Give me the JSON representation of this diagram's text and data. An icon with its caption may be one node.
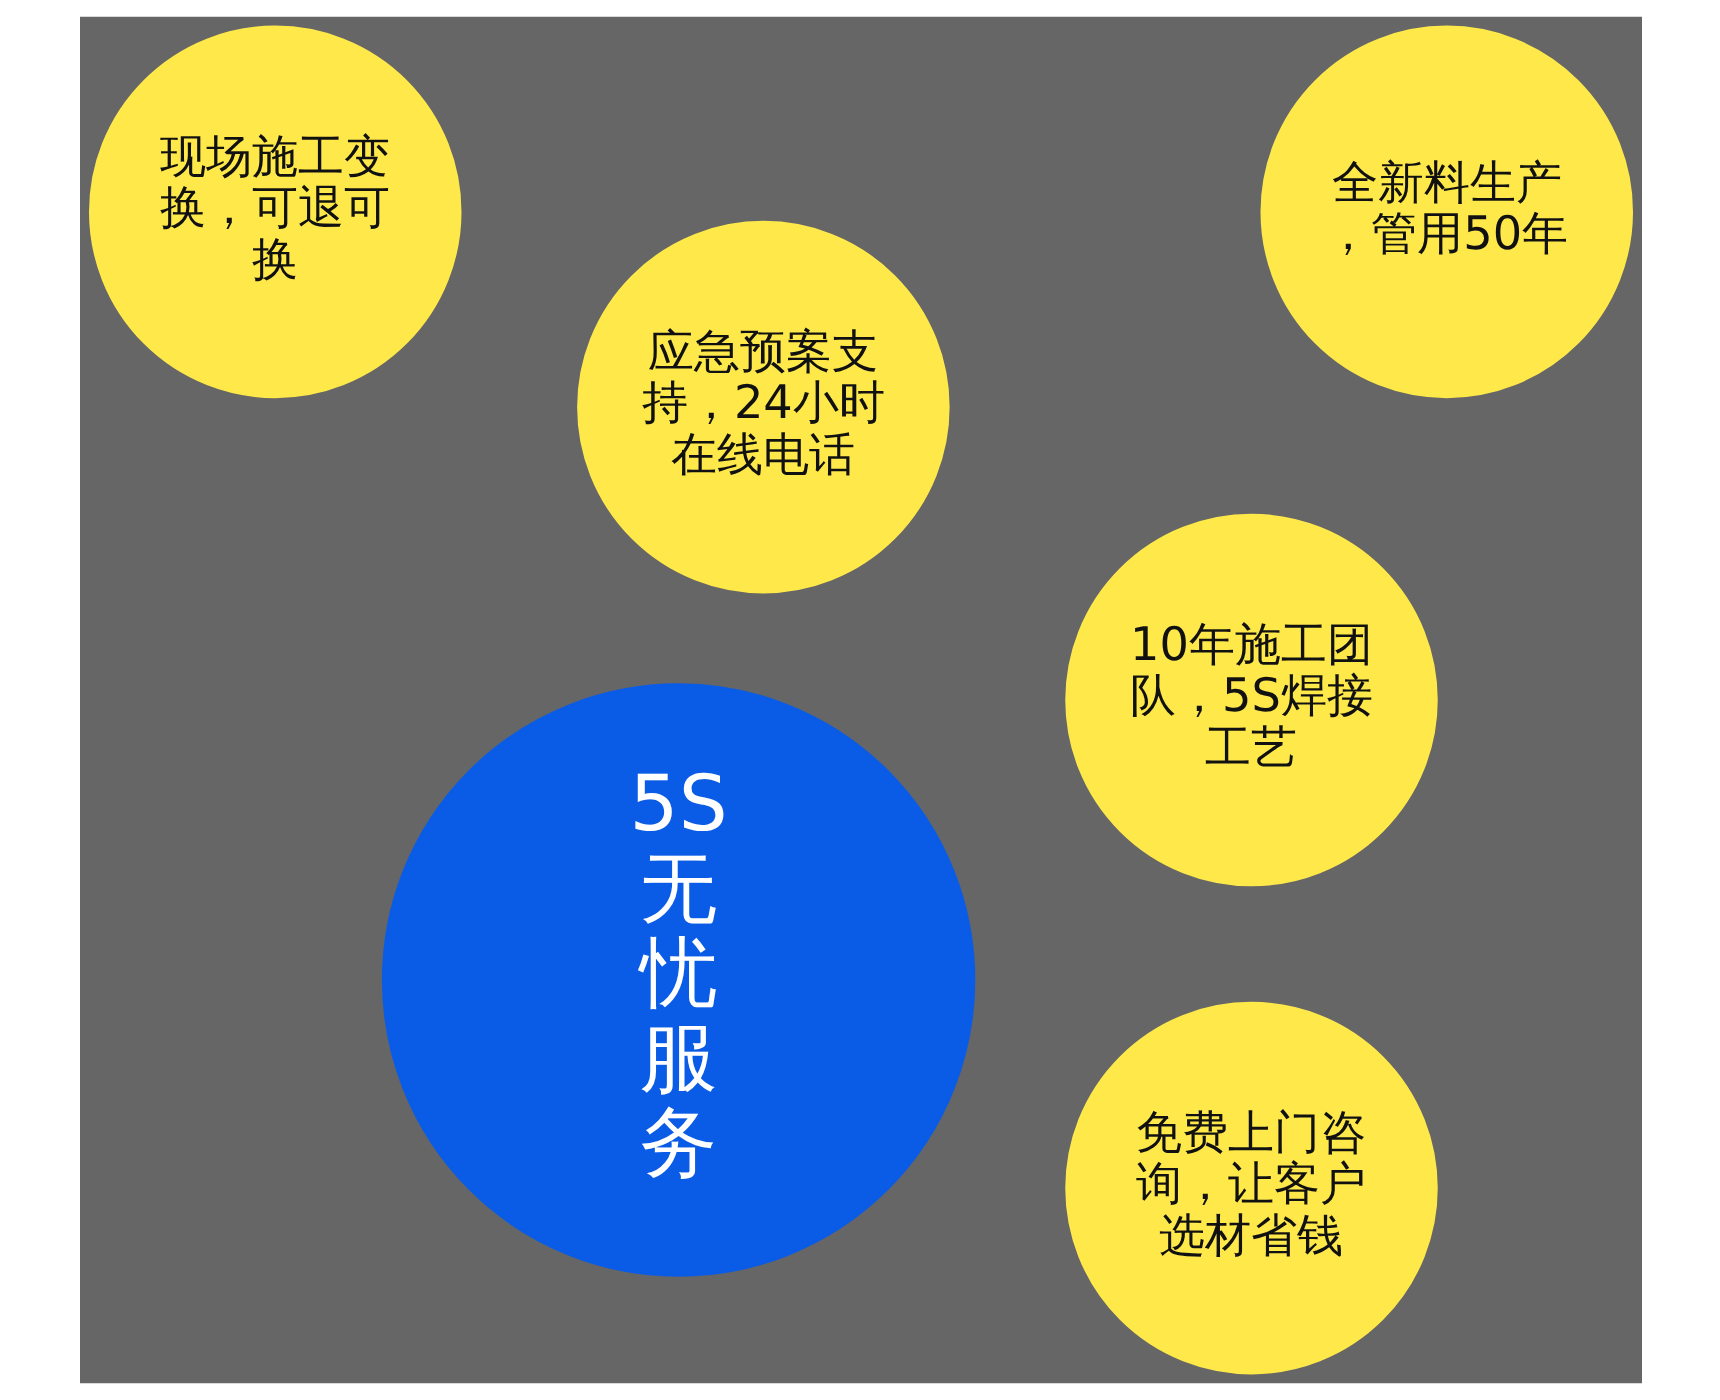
{
  "diagram": {
    "nodes": [
      {
        "text": [
          "免费上门咨询，让客户选材省钱"
        ]
      },
      {
        "text": [
          "5S无忧服务"
        ]
      },
      {
        "text": [
          "10年施工团队，5S焊接工艺"
        ]
      },
      {
        "text": [
          "应急预案支持，24小时在线电话"
        ]
      },
      {
        "text": [
          "全新料生产，管用50年"
        ]
      },
      {
        "text": [
          "现场施工变换，可退可换"
        ]
      }
    ]
  }
}
